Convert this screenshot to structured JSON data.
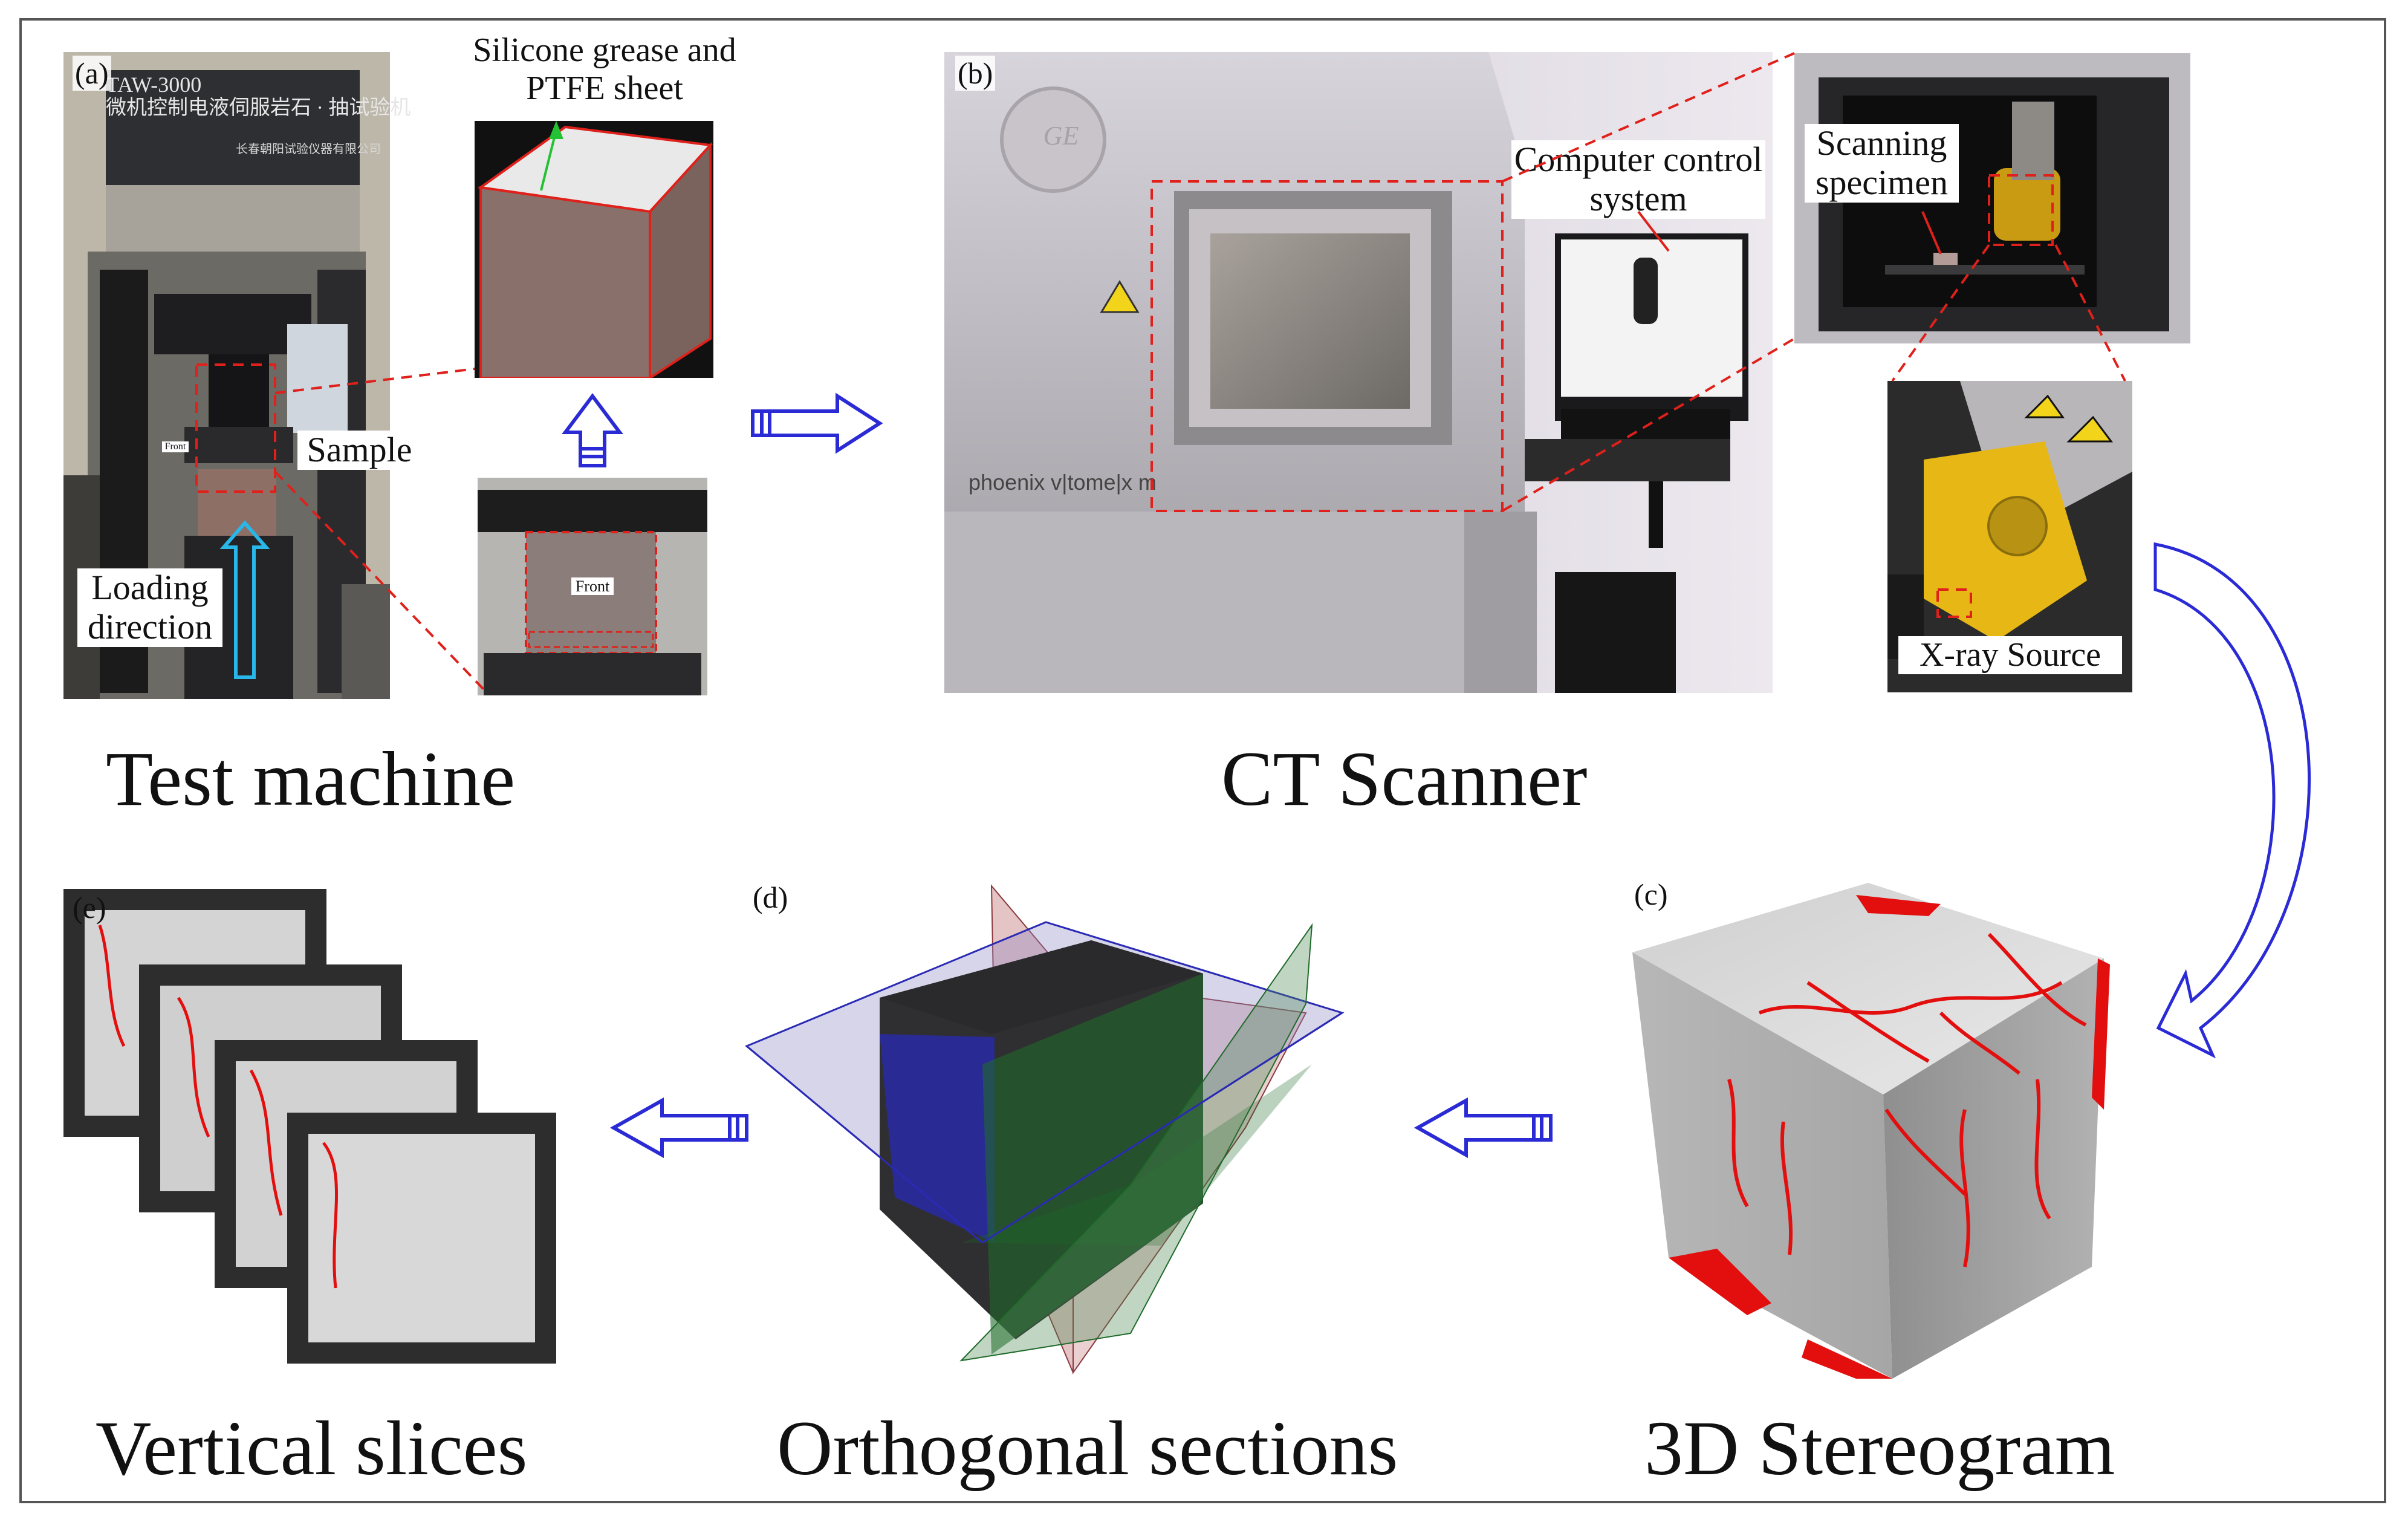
{
  "panels": {
    "a": {
      "letter": "(a)",
      "plaque_code": "TAW-3000",
      "plaque_text": "微机控制电液伺服岩石 · 抽试验机",
      "plaque_sub": "长春朝阳试验仪器有限公司",
      "front_tag": "Front",
      "labels": {
        "silicone": "Silicone grease and PTFE sheet",
        "sample": "Sample",
        "loading": "Loading direction"
      },
      "caption": "Test machine"
    },
    "b": {
      "letter": "(b)",
      "machine_brand": "phoenix v|tome|x m",
      "logo": "GE",
      "labels": {
        "computer": "Computer control system",
        "scanning": "Scanning specimen",
        "xray": "X-ray Source"
      },
      "caption": "CT Scanner"
    },
    "c": {
      "letter": "(c)",
      "caption": "3D Stereogram"
    },
    "d": {
      "letter": "(d)",
      "caption": "Orthogonal sections"
    },
    "e": {
      "letter": "(e)",
      "caption": "Vertical slices"
    }
  },
  "colors": {
    "frame": "#555555",
    "arrow_blue": "#2b2bd6",
    "highlight_red": "#e0201a",
    "crack_red": "#e30f0f",
    "cyan_arrow": "#29b6e8",
    "green_arrow": "#22c232",
    "plane_blue": "#2a2ab5",
    "plane_green": "#1f6b2a",
    "plane_red": "#b5555a"
  }
}
